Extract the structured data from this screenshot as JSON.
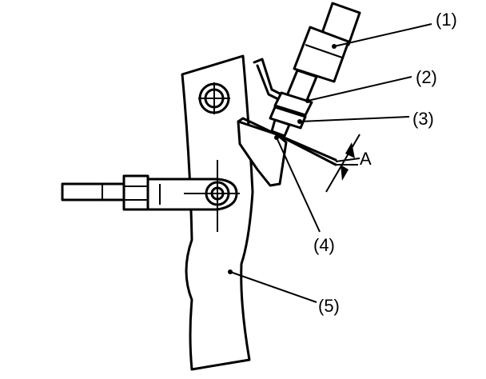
{
  "callouts": [
    {
      "id": "1",
      "label": "(1)"
    },
    {
      "id": "2",
      "label": "(2)"
    },
    {
      "id": "3",
      "label": "(3)"
    },
    {
      "id": "4",
      "label": "(4)"
    },
    {
      "id": "5",
      "label": "(5)"
    }
  ],
  "dimension": {
    "label": "A"
  },
  "colors": {
    "ink": "#000000",
    "paper": "#ffffff"
  }
}
